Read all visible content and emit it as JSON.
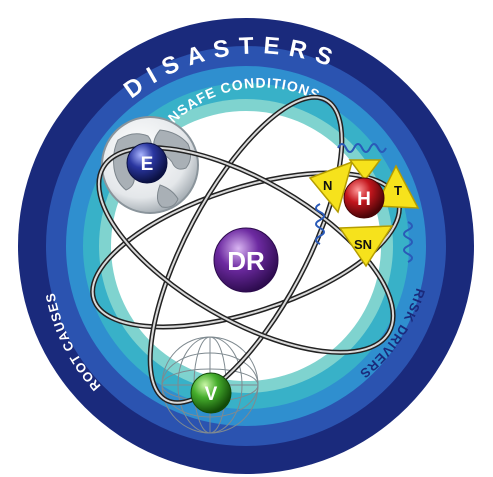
{
  "rings": {
    "outer": {
      "label": "DISASTERS",
      "color": "#1a2a7c"
    },
    "second": {
      "color": "#2b53b0"
    },
    "third": {
      "color": "#2f8fcf"
    },
    "fourth": {
      "color": "#38b1c8"
    },
    "inner": {
      "color": "#7fd3cf"
    }
  },
  "arc_labels": {
    "unsafe_conditions": "UNSAFE CONDITIONS",
    "root_causes": "ROOT CAUSES",
    "risk_drivers": "RISK DRIVERS"
  },
  "nodes": {
    "center": {
      "label": "DR",
      "color": "#5a1b86"
    },
    "exposure": {
      "label": "E",
      "color": "#1f2a8a"
    },
    "hazard": {
      "label": "H",
      "color": "#b3141b"
    },
    "vulnerability": {
      "label": "V",
      "color": "#3ea82b"
    }
  },
  "hazard_cluster": {
    "n_label": "N",
    "t_label": "T",
    "sn_label": "SN",
    "triangle_color": "#f6e21c"
  }
}
